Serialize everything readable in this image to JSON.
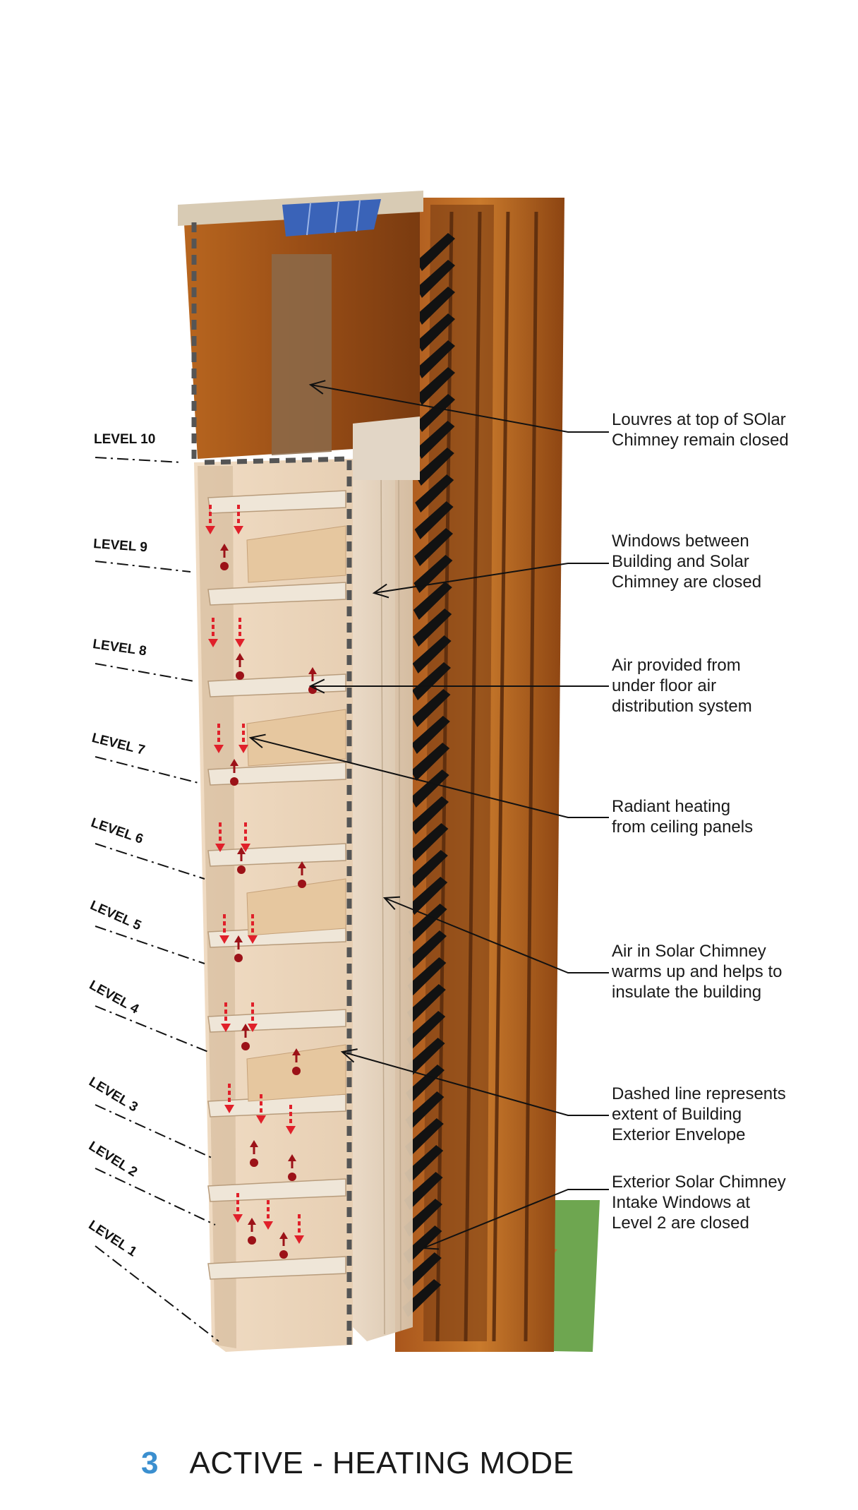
{
  "diagram": {
    "levels": [
      "LEVEL 10",
      "LEVEL 9",
      "LEVEL 8",
      "LEVEL 7",
      "LEVEL 6",
      "LEVEL 5",
      "LEVEL 4",
      "LEVEL 3",
      "LEVEL 2",
      "LEVEL 1"
    ],
    "callouts": [
      {
        "lines": [
          "Louvres at top of SOlar",
          "Chimney remain closed"
        ]
      },
      {
        "lines": [
          "Windows between",
          "Building and Solar",
          "Chimney are closed"
        ]
      },
      {
        "lines": [
          "Air provided from",
          "under floor air",
          "distribution system"
        ]
      },
      {
        "lines": [
          "Radiant heating",
          "from ceiling panels"
        ]
      },
      {
        "lines": [
          "Air in Solar Chimney",
          "warms up and helps to",
          "insulate the building"
        ]
      },
      {
        "lines": [
          "Dashed line represents",
          "extent of Building",
          "Exterior Envelope"
        ]
      },
      {
        "lines": [
          "Exterior Solar Chimney",
          "Intake Windows at",
          "Level 2 are closed"
        ]
      }
    ],
    "caption": {
      "number": "3",
      "title": "ACTIVE - HEATING MODE"
    },
    "colors": {
      "accent_number": "#3b8fcf",
      "heating_arrow": "#e0202a",
      "warm_air_dot": "#9c1218",
      "timber": "#c97a2c",
      "envelope_dash": "#555555",
      "ground": "#6ea650"
    }
  }
}
